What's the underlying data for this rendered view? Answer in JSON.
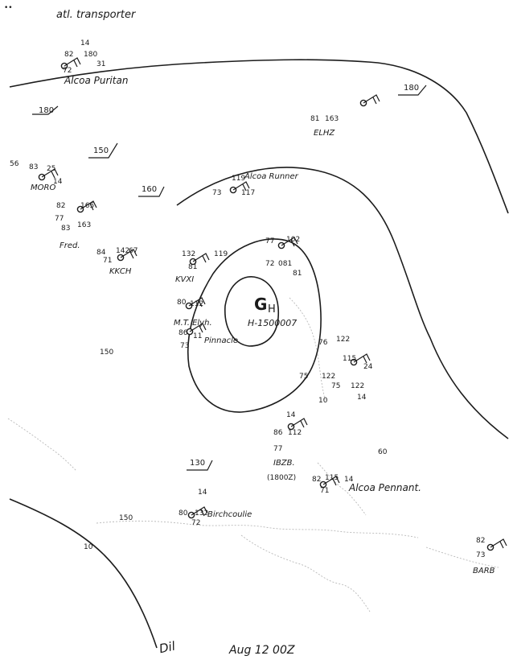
{
  "header_note": "atl. transporter",
  "footer": {
    "date_label": "Aug 12 00Z",
    "corner_mark": "Dil"
  },
  "storm_center": {
    "symbol": "G",
    "label": "H",
    "pressure_label": "H-1500007"
  },
  "stations": [
    {
      "name": "Alcoa Puritan",
      "values": [
        "14",
        "82",
        "180",
        "31",
        "72"
      ]
    },
    {
      "name": "ELHZ",
      "values": [
        "81",
        "163"
      ]
    },
    {
      "name": "Alcoa Runner",
      "values": [
        "119",
        "73",
        "117"
      ]
    },
    {
      "name": "MORO",
      "values": [
        "56",
        "83",
        "25",
        "14"
      ]
    },
    {
      "name": "Fred.",
      "values": [
        "82",
        "165",
        "77",
        "83",
        "163"
      ]
    },
    {
      "name": "KKCH",
      "values": [
        "84",
        "71",
        "142",
        "67"
      ]
    },
    {
      "name": "KVXI",
      "values": [
        "132",
        "119",
        "81"
      ]
    },
    {
      "name": "M.T. Elyh.",
      "values": [
        "80",
        "112"
      ]
    },
    {
      "name": "Pinnacle.",
      "values": [
        "86",
        "73",
        "11"
      ]
    },
    {
      "name": "IBZB.",
      "values": [
        "14",
        "86",
        "112",
        "77",
        "(1800Z)"
      ]
    },
    {
      "name": "Alcoa Pennant.",
      "values": [
        "82",
        "115",
        "14",
        "71"
      ]
    },
    {
      "name": "Birchcoulie",
      "values": [
        "14",
        "80",
        "132",
        "72"
      ]
    },
    {
      "name": "BARB",
      "values": [
        "82",
        "73"
      ]
    },
    {
      "name": "",
      "values": [
        "77",
        "102",
        "72",
        "081",
        "81"
      ]
    },
    {
      "name": "",
      "values": [
        "76",
        "122",
        "75",
        "122",
        "115",
        "24",
        "75",
        "122",
        "14",
        "10"
      ]
    }
  ],
  "grid_labels": [
    "180",
    "180",
    "150",
    "160",
    "130",
    "150",
    "150",
    "10",
    "60"
  ]
}
